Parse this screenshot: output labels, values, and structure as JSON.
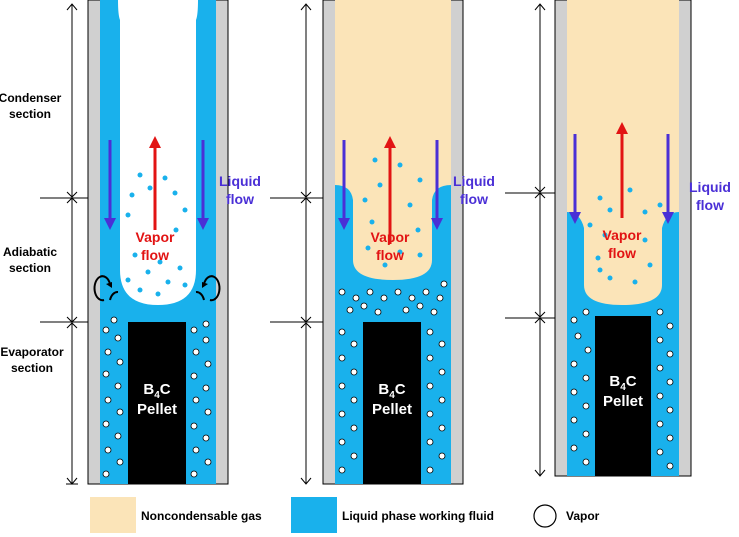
{
  "sections": {
    "condenser": [
      "Condenser",
      "section"
    ],
    "adiabatic": [
      "Adiabatic",
      "section"
    ],
    "evaporator": [
      "Evaporator",
      "section"
    ]
  },
  "labels": {
    "vapor_flow": [
      "Vapor",
      "flow"
    ],
    "liquid_flow": [
      "Liquid",
      "flow"
    ],
    "pellet_b": "B",
    "pellet_sub": "4",
    "pellet_c": "C",
    "pellet_word": "Pellet"
  },
  "legend": {
    "gas": "Noncondensable gas",
    "liquid": "Liquid phase working fluid",
    "vapor": "Vapor"
  },
  "colors": {
    "gas": "#fbe4b8",
    "liquid": "#19b1ec",
    "wall": "#d0d0d0",
    "pellet": "#000000",
    "vapor_arrow": "#e21313",
    "liquid_arrow": "#4a2fd6",
    "label_blue": "#4a2fd6"
  }
}
